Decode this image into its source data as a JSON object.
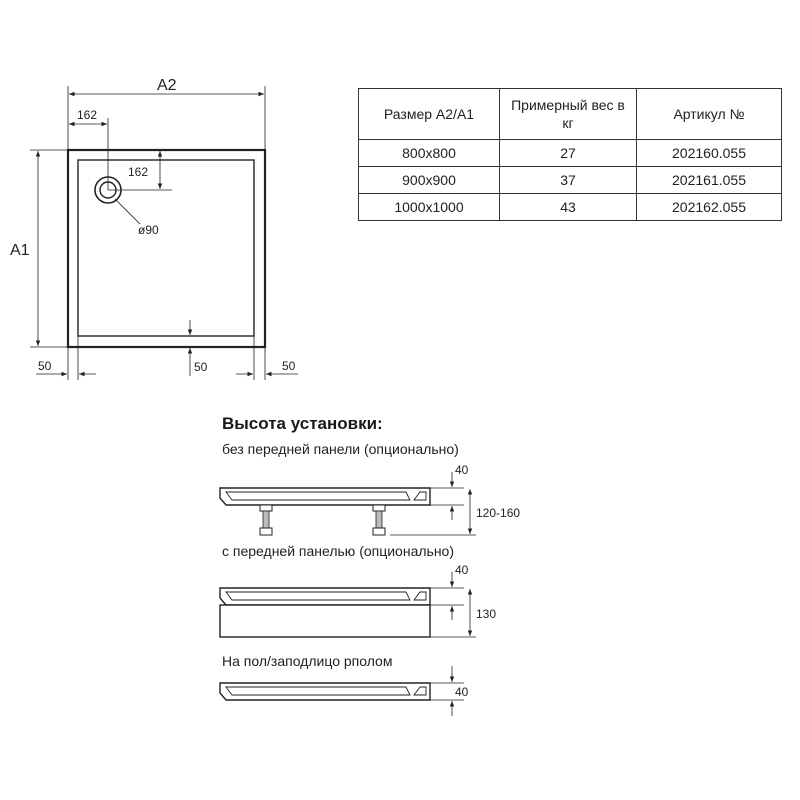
{
  "top_view": {
    "dim_a2": "A2",
    "dim_a1": "A1",
    "dim_corner_x": "162",
    "dim_corner_y": "162",
    "drain_diameter": "ø90",
    "rim_left": "50",
    "rim_bottom": "50",
    "rim_right": "50"
  },
  "table": {
    "headers": [
      "Размер A2/A1",
      "Примерный вес в кг",
      "Артикул №"
    ],
    "rows": [
      [
        "800x800",
        "27",
        "202160.055"
      ],
      [
        "900x900",
        "37",
        "202161.055"
      ],
      [
        "1000x1000",
        "43",
        "202162.055"
      ]
    ]
  },
  "installation": {
    "title": "Высота установки:",
    "variants": [
      {
        "caption": "без передней панели (опционально)",
        "top_dim": "40",
        "total_dim": "120-160"
      },
      {
        "caption": "с передней панелью (опционально)",
        "top_dim": "40",
        "total_dim": "130"
      },
      {
        "caption": "На пол/заподлицо рполом",
        "top_dim": "40"
      }
    ]
  }
}
